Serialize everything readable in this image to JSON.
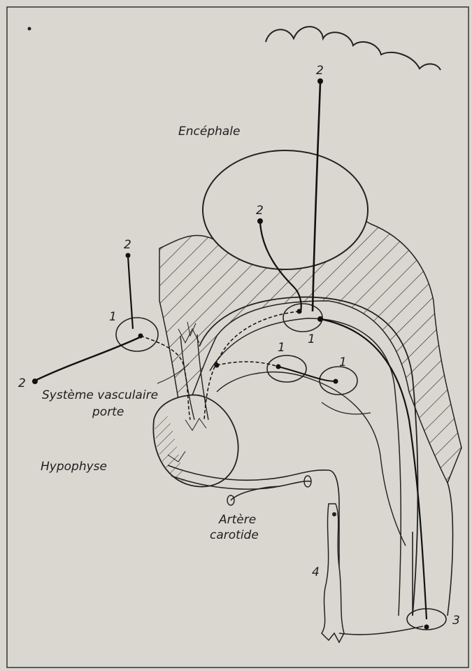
{
  "labels": {
    "encephale": "Encéphale",
    "systeme_line1": "Système vasculaire",
    "systeme_line2": "porte",
    "hypophyse": "Hypophyse",
    "artere_line1": "Artère",
    "artere_line2": "carotide"
  },
  "numbers": {
    "n2_top": "2",
    "n2_mid": "2",
    "n2_left_top": "2",
    "n2_left": "2",
    "n1_left": "1",
    "n1_center": "1",
    "n1_mid": "1",
    "n1_right": "1",
    "n3": "3",
    "n4": "4"
  }
}
